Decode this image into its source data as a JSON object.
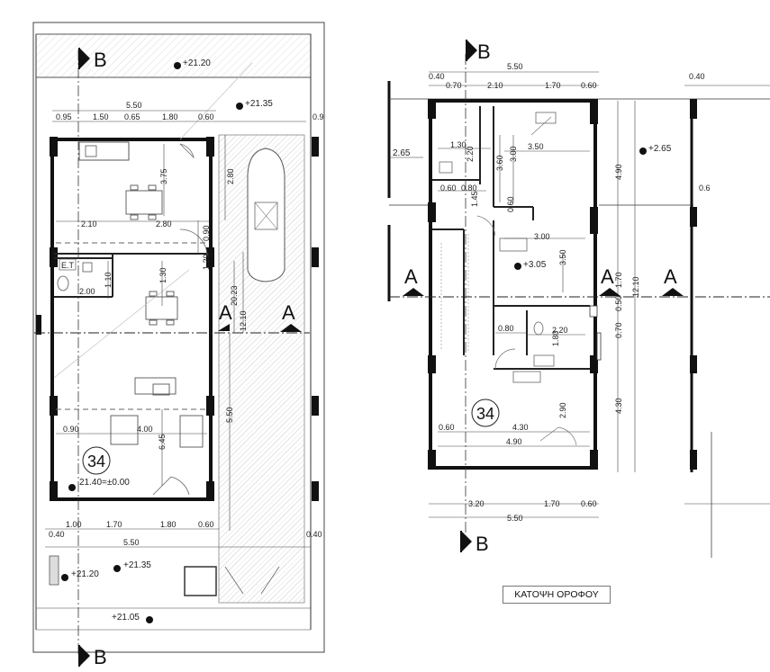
{
  "caption": "ΚΑΤΟΨΗ ΟΡΟΦΟΥ",
  "section_labels": {
    "a": "A",
    "b": "B"
  },
  "ground_floor": {
    "levels": {
      "top": "+21.20",
      "upper": "+21.35",
      "floor": "21.40=±0.00",
      "lower": "+21.35",
      "entry": "+21.20",
      "street": "+21.05"
    },
    "unit_number": "34",
    "wc_label": "Ε.Τ",
    "dims": {
      "total_width_top": "5.50",
      "top_chain": [
        "0.95",
        "1.50",
        "0.65",
        "1.80",
        "0.60"
      ],
      "top_right_cut": "0.9",
      "kitchen_depth": "3.75",
      "kitchen_w1": "2.10",
      "kitchen_w2": "2.80",
      "carport_v": "2.80",
      "gap_v1": "0.90",
      "gap_v2": "1.20",
      "wc_h": "1.10",
      "wc_w": "2.00",
      "dining_depth": "1.30",
      "depth_total_a": "20.23",
      "depth_total_b": "12.10",
      "living_w0": "0.90",
      "living_w": "4.00",
      "living_depth": "6.45",
      "carport_depth": "5.50",
      "bottom_chain": [
        "1.00",
        "1.70",
        "1.80",
        "0.60"
      ],
      "bottom_total": "5.50",
      "left_margin": "0.40",
      "right_margin": "0.40"
    }
  },
  "upper_floor": {
    "levels": {
      "left": "2.65",
      "right": "+2.65",
      "landing": "+3.05"
    },
    "unit_number": "34",
    "dims": {
      "total_top": "5.50",
      "top_chain": [
        "0.70",
        "2.10",
        "1.70",
        "0.60"
      ],
      "top_left": "0.40",
      "bath_w": "1.30",
      "bath_h": "2.20",
      "bed1_w": "3.50",
      "bed1_v1": "3.60",
      "bed1_v2": "3.00",
      "hall_a": "0.60",
      "hall_b": "0.80",
      "hall_v": "1.45",
      "closet": "0.60",
      "bed2_w": "3.00",
      "bed2_v": "3.50",
      "right_v1": "4.90",
      "right_v2": "1.70",
      "right_v3": "0.50",
      "right_v4": "0.70",
      "total_depth": "12.10",
      "bath2_a": "0.80",
      "bath2_b": "2.20",
      "bath2_v": "1.80",
      "bed3_v": "2.90",
      "bed3_w": "4.30",
      "bed3_w0": "0.60",
      "bed3_total": "4.90",
      "lower_v": "4.30",
      "bottom_chain": [
        "3.20",
        "1.70",
        "0.60"
      ],
      "bottom_total": "5.50"
    }
  },
  "neighbor": {
    "top_margin": "0.40",
    "side_dim": "0.6"
  }
}
